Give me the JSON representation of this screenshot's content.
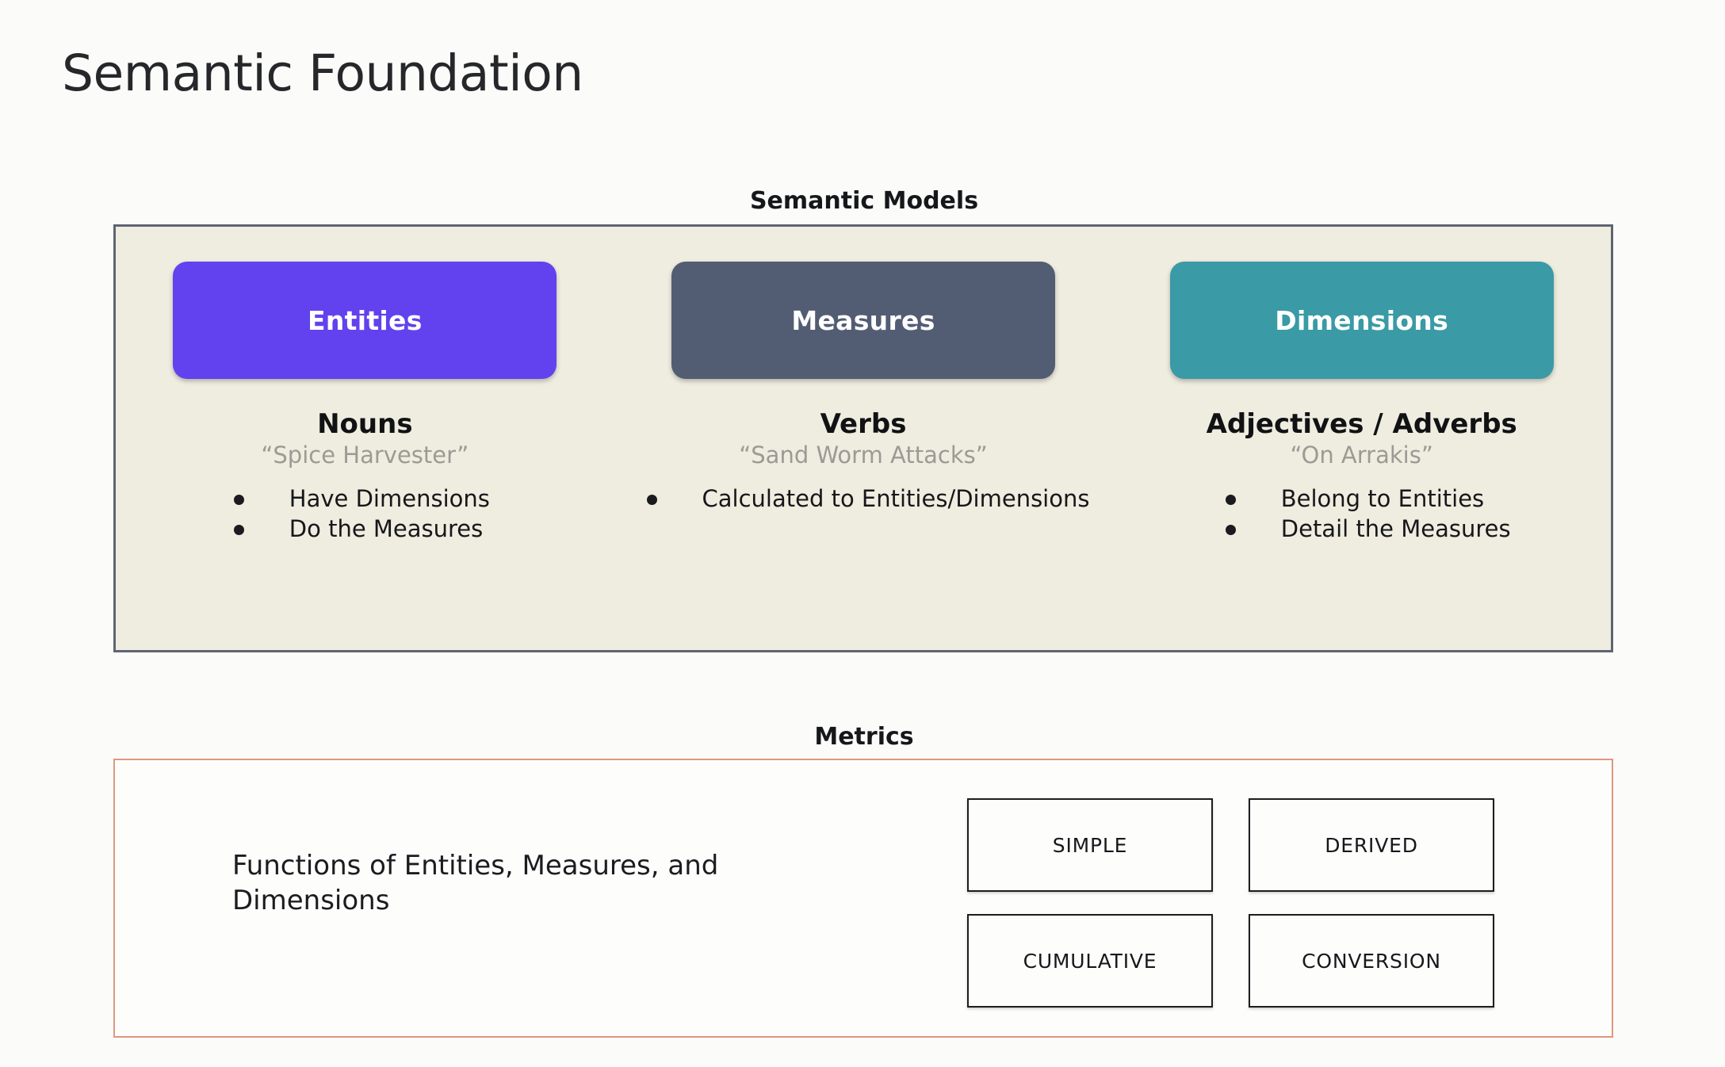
{
  "page": {
    "title": "Semantic Foundation",
    "background_color": "#fbfbf9"
  },
  "semantic_models": {
    "caption": "Semantic Models",
    "panel_background": "#efece0",
    "panel_border_color": "#5f6472",
    "columns": [
      {
        "pill_label": "Entities",
        "pill_color": "#6142ee",
        "role": "Nouns",
        "example": "“Spice Harvester”",
        "facts": [
          "Have Dimensions",
          "Do the Measures"
        ]
      },
      {
        "pill_label": "Measures",
        "pill_color": "#525d73",
        "role": "Verbs",
        "example": "“Sand Worm Attacks”",
        "facts": [
          "Calculated to Entities/Dimensions"
        ]
      },
      {
        "pill_label": "Dimensions",
        "pill_color": "#3a9aa5",
        "role": "Adjectives / Adverbs",
        "example": "“On Arrakis”",
        "facts": [
          "Belong to Entities",
          "Detail the Measures"
        ]
      }
    ]
  },
  "metrics": {
    "caption": "Metrics",
    "panel_border_color": "#e0977e",
    "description": "Functions of Entities, Measures, and Dimensions",
    "types": [
      "SIMPLE",
      "DERIVED",
      "CUMULATIVE",
      "CONVERSION"
    ]
  }
}
